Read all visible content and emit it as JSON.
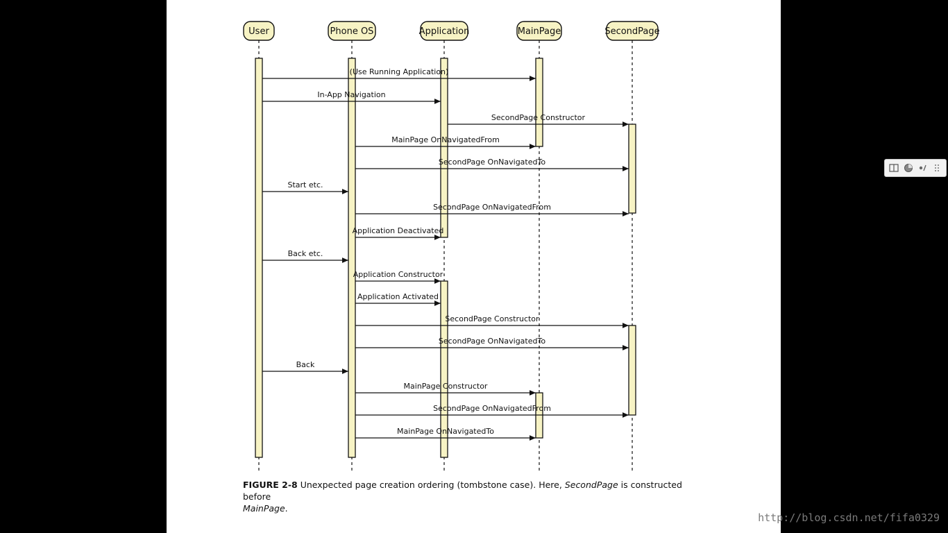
{
  "diagram": {
    "lifelines": [
      "User",
      "Phone OS",
      "Application",
      "MainPage",
      "SecondPage"
    ],
    "messages": [
      {
        "label": "(Use Running Application)",
        "from": "User",
        "to": "MainPage"
      },
      {
        "label": "In-App Navigation",
        "from": "User",
        "to": "Application"
      },
      {
        "label": "SecondPage Constructor",
        "from": "Application",
        "to": "SecondPage"
      },
      {
        "label": "MainPage OnNavigatedFrom",
        "from": "Phone OS",
        "to": "MainPage"
      },
      {
        "label": "SecondPage OnNavigatedTo",
        "from": "Phone OS",
        "to": "SecondPage"
      },
      {
        "label": "Start etc.",
        "from": "User",
        "to": "Phone OS"
      },
      {
        "label": "SecondPage OnNavigatedFrom",
        "from": "Phone OS",
        "to": "SecondPage"
      },
      {
        "label": "Application Deactivated",
        "from": "Phone OS",
        "to": "Application"
      },
      {
        "label": "Back etc.",
        "from": "User",
        "to": "Phone OS"
      },
      {
        "label": "Application Constructor",
        "from": "Phone OS",
        "to": "Application"
      },
      {
        "label": "Application Activated",
        "from": "Phone OS",
        "to": "Application"
      },
      {
        "label": "SecondPage Constructor",
        "from": "Phone OS",
        "to": "SecondPage"
      },
      {
        "label": "SecondPage OnNavigatedTo",
        "from": "Phone OS",
        "to": "SecondPage"
      },
      {
        "label": "Back",
        "from": "User",
        "to": "Phone OS"
      },
      {
        "label": "MainPage Constructor",
        "from": "Phone OS",
        "to": "MainPage"
      },
      {
        "label": "SecondPage OnNavigatedFrom",
        "from": "Phone OS",
        "to": "SecondPage"
      },
      {
        "label": "MainPage OnNavigatedTo",
        "from": "Phone OS",
        "to": "MainPage"
      }
    ]
  },
  "caption": {
    "figure": "FIGURE 2-8",
    "text1": "Unexpected page creation ordering (tombstone case). Here,",
    "em1": "SecondPage",
    "text2": "is constructed before",
    "em2": "MainPage",
    "text3": "."
  },
  "toolbar": {
    "icons": [
      "book-icon",
      "pie-icon",
      "settings-icon",
      "grip-icon"
    ]
  },
  "watermark": "http://blog.csdn.net/fifa0329",
  "colors": {
    "box_fill": "#f7f3c4",
    "stroke": "#111111"
  }
}
